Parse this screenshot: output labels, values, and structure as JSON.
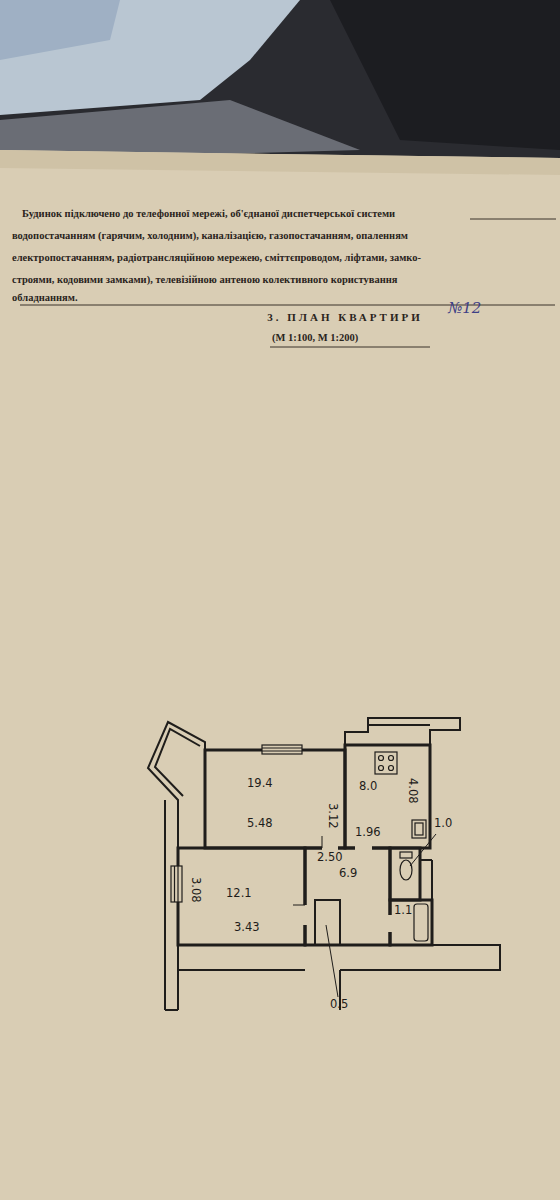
{
  "diagram": {
    "title": "3. ПЛАН КВАРТИРИ",
    "nodes": [
      {
        "text": [
          "19.4",
          "5.48",
          "3.12"
        ]
      },
      {
        "text": [
          "8.0",
          "1.96",
          "4.08"
        ]
      },
      {
        "text": [
          "12.1",
          "3.43",
          "3.08"
        ]
      },
      {
        "text": [
          "2.50",
          "6.9"
        ]
      },
      {
        "text": [
          "1.1"
        ]
      }
    ],
    "labels": [
      "Будинок підключено до телефонної мережі, об'єднаної диспетчерської системи",
      "водопостачанням (гарячим, холодним), каналізацією, газопостачанням, опаленням",
      "електропостачанням, радіотрансляційною мережею, сміттєпроводом, ліфтами, замко-",
      "строями, кодовими замками), телевізійною антеною колективного користування",
      "обладнанням.",
      "№12",
      "(М 1:100, М 1:200)",
      "1.0",
      "0.5"
    ]
  }
}
